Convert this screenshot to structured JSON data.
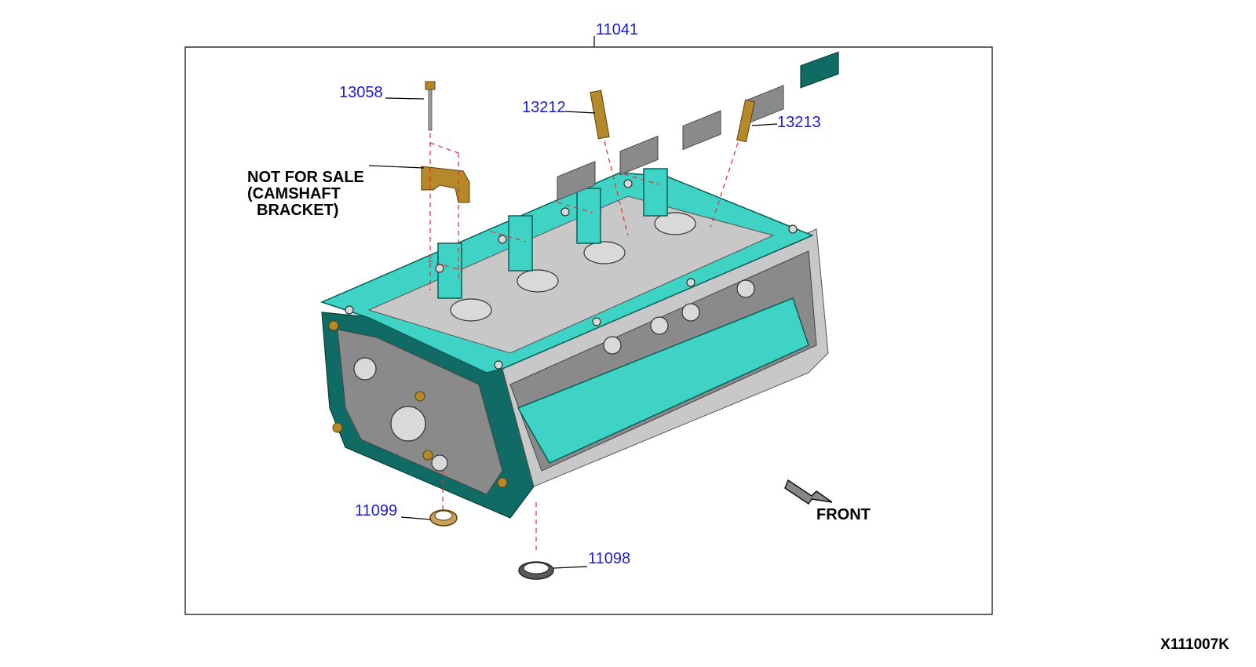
{
  "callouts": {
    "head_assembly": "11041",
    "bolt": "13058",
    "valve_guide_intake": "13212",
    "valve_guide_exhaust": "13213",
    "ring_small": "11099",
    "ring_large": "11098"
  },
  "note": {
    "line1": "NOT FOR SALE",
    "line2": "(CAMSHAFT",
    "line3": "BRACKET)"
  },
  "direction_label": "FRONT",
  "diagram_code": "X111007K",
  "colors": {
    "callout": "#1a1adb",
    "gasket_surface": "#3fd3c6",
    "guide_dash": "#e03030"
  },
  "icons": {
    "front_arrow": "arrow-down-right-icon"
  }
}
